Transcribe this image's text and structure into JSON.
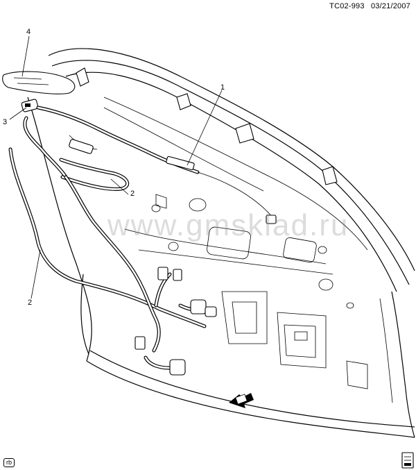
{
  "header": {
    "drawing_id": "TC02-993",
    "date": "03/21/2007"
  },
  "callouts": [
    {
      "id": "c4",
      "label": "4"
    },
    {
      "id": "c3",
      "label": "3"
    },
    {
      "id": "c1",
      "label": "1"
    },
    {
      "id": "c2a",
      "label": "2"
    },
    {
      "id": "c2b",
      "label": "2"
    }
  ],
  "watermark": "www.gmsklad.ru",
  "footer": {
    "badge": "rb"
  }
}
